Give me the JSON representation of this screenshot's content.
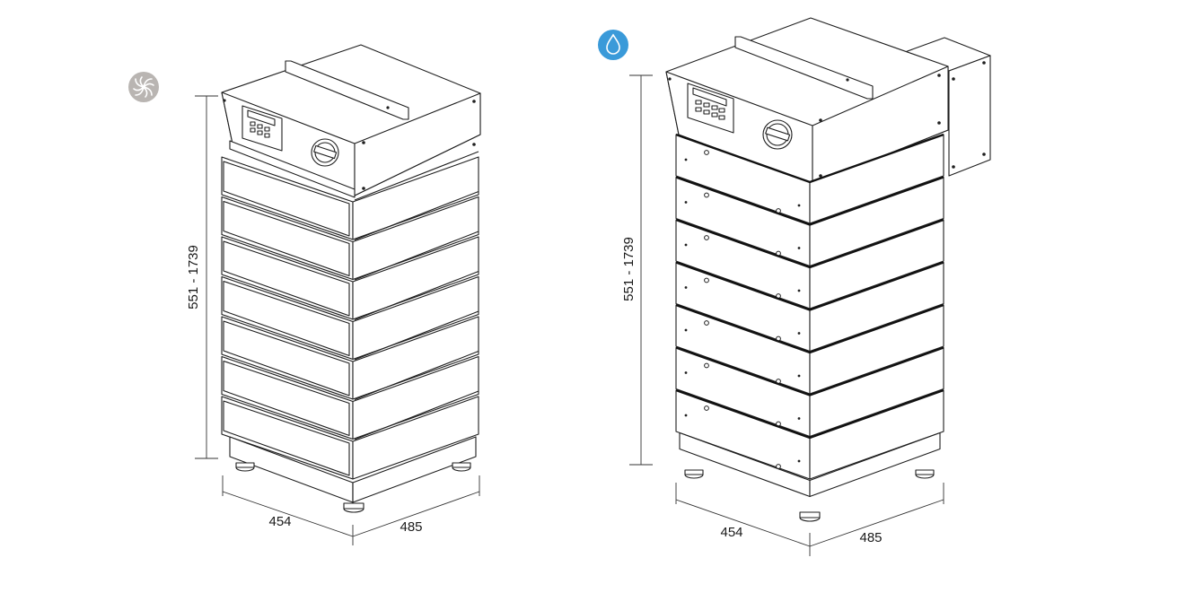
{
  "unit_a": {
    "icon": "fan-icon",
    "icon_color": "#b9b5b2",
    "height_label": "551 - 1739",
    "width_label": "454",
    "depth_label": "485",
    "module_count": 7
  },
  "unit_b": {
    "icon": "water-drop-icon",
    "icon_color": "#3a9ad9",
    "height_label": "551 - 1739",
    "width_label": "454",
    "depth_label": "485",
    "module_count": 7
  }
}
